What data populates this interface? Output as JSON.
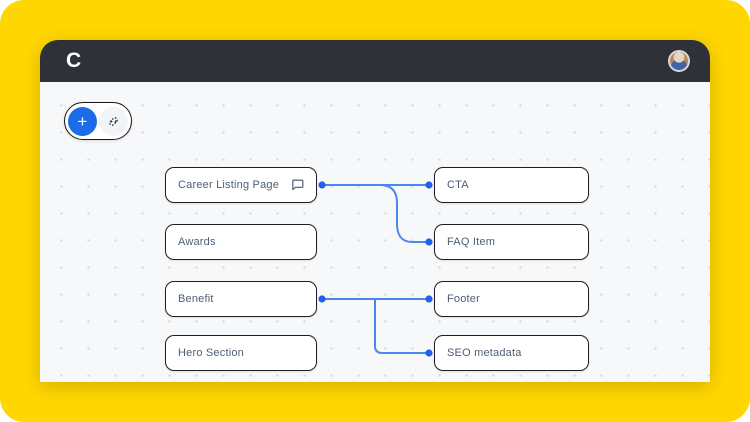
{
  "colors": {
    "background_yellow": "#FFD600",
    "titlebar_dark": "#2E3138",
    "canvas_bg": "#F7F8F9",
    "grid_dot": "#D6D9DD",
    "accent_blue": "#1B6CE8",
    "connector_line": "#4C86F0",
    "connector_dot": "#1E63E9",
    "node_border": "#1D1F23",
    "node_text": "#4D5E75"
  },
  "titlebar": {
    "logo_text": "C",
    "avatar": "user-profile-photo"
  },
  "toolbar": {
    "add_label": "+",
    "buttons": [
      "add-node",
      "auto-flow"
    ]
  },
  "canvas": {
    "nodes": [
      {
        "label": "Career Listing Page",
        "has_comment": true
      },
      {
        "label": "Awards",
        "has_comment": false
      },
      {
        "label": "Benefit",
        "has_comment": false
      },
      {
        "label": "Hero Section",
        "has_comment": false
      },
      {
        "label": "CTA",
        "has_comment": false
      },
      {
        "label": "FAQ Item",
        "has_comment": false
      },
      {
        "label": "Footer",
        "has_comment": false
      },
      {
        "label": "SEO metadata",
        "has_comment": false
      }
    ],
    "connections": [
      {
        "from": "Career Listing Page",
        "to": "CTA"
      },
      {
        "from": "Career Listing Page",
        "to": "FAQ Item"
      },
      {
        "from": "Benefit",
        "to": "Footer"
      },
      {
        "from": "Benefit",
        "to": "SEO metadata"
      }
    ]
  }
}
